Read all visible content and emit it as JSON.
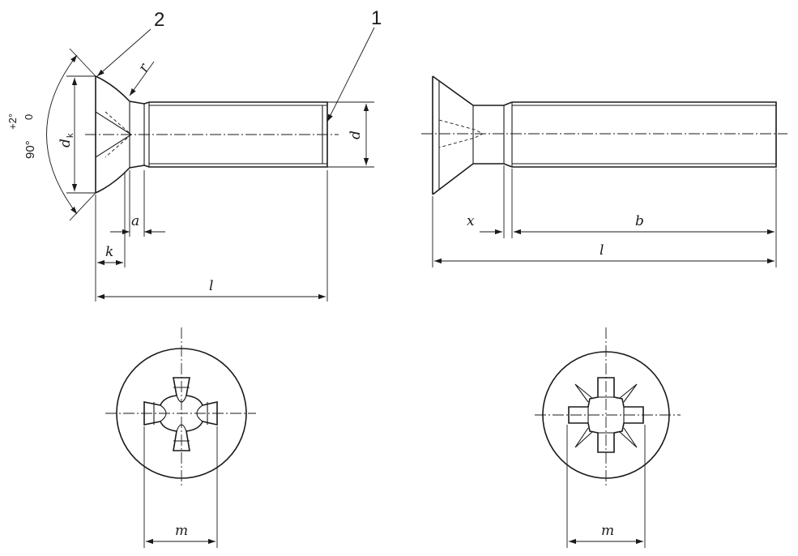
{
  "callouts": {
    "one": "1",
    "two": "2"
  },
  "angle": {
    "main": "90°",
    "tol_upper": "+2°",
    "tol_lower": "0"
  },
  "labels": {
    "dk_main": "d",
    "dk_sub": "k",
    "r": "r",
    "d": "d",
    "a": "a",
    "k": "k",
    "l_left": "l",
    "x": "x",
    "b": "b",
    "l_right": "l",
    "m_left": "m",
    "m_right": "m"
  }
}
